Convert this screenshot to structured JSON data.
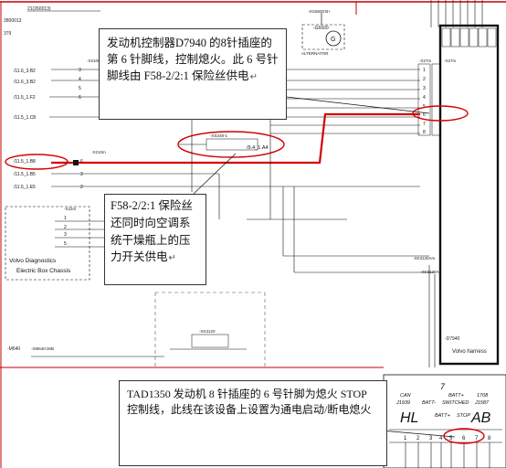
{
  "callouts": {
    "top": "发动机控制器D7940 的8针插座的第 6 针脚线，控制熄火。此 6 号针脚线由 F58-2/2:1 保险丝供电",
    "middle": "F58-2/2:1 保险丝还同时向空调系统干燥瓶上的压力开关供电",
    "bottom": "TAD1350 发动机 8 针插座的 6 号针脚为熄火 STOP 控制线，此线在该设备上设置为通电启动/断电熄火"
  },
  "labels": {
    "top_ref_1": "21(260013)",
    "top_ref_2": "2800013",
    "top_ref_3": "379",
    "sheet_ref_1": "/11.6_3.B2",
    "sheet_ref_2": "/11.6_3.B2",
    "sheet_ref_3": "/11.5_1.F2",
    "sheet_ref_4": "/11.5_1.C8",
    "sheet_ref_5": "/11.5_1.B8",
    "sheet_ref_6": "/11.5_1.B5",
    "sheet_ref_7": "/11.5_1.E5",
    "alternator": "ALTERNATOR",
    "alternator_conn": "-XG6600:B+",
    "alternator_id": "-G6600",
    "gen_symbol": "G",
    "x210m_a": "-X210m",
    "x210m_b": "-X210m",
    "x27m": "-X27m",
    "x27m_right": "-X27m",
    "relay": "-XS248-1",
    "fuse_ref": "/9.4_1.A4",
    "x22m": "-X22m",
    "volvo_diag_1": "Volvo Diagnostics",
    "volvo_diag_2": "Electric Box Chassis",
    "x120am": "-XK3120Am",
    "x120af": "-XK3120Af",
    "d7940": "-D7940",
    "volvo_harness": "Volvo harness",
    "m640": "-M640",
    "xm640": "-XM640:30B",
    "xk3120": "-XK3120",
    "j1939": "CAN\nJ1939",
    "batt_minus": "BATT-",
    "batt_plus": "BATT+\nSWITCHED",
    "j1587": "1708\nJ1587",
    "stop": "STOP",
    "batt_plus_2": "BATT+",
    "pin7": "7",
    "hl": "HL",
    "ab": "AB",
    "pin_numbers": [
      "1",
      "2",
      "3",
      "4",
      "5",
      "6",
      "7",
      "8"
    ],
    "left_pins": [
      "1",
      "2",
      "3",
      "4"
    ],
    "diag_pins": [
      "1",
      "2",
      "3",
      "5"
    ]
  },
  "colors": {
    "red_wire": "#d40000",
    "black": "#111111",
    "frame": "#c00000"
  }
}
